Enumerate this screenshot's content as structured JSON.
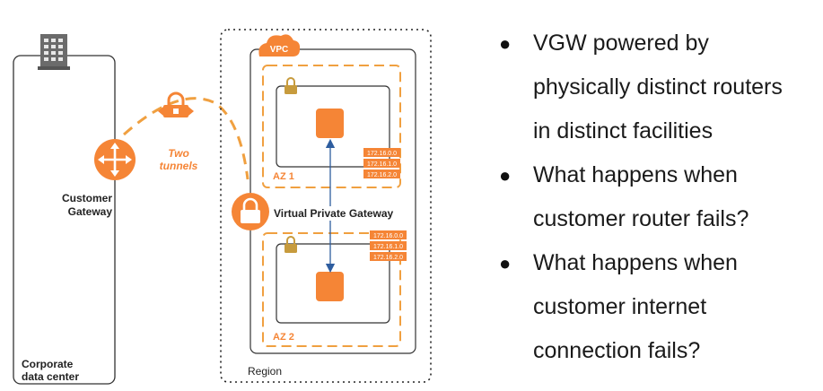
{
  "diagram": {
    "corporate_label_line1": "Corporate",
    "corporate_label_line2": "data center",
    "customer_gateway_line1": "Customer",
    "customer_gateway_line2": "Gateway",
    "tunnels_line1": "Two",
    "tunnels_line2": "tunnels",
    "vpc_label": "VPC",
    "az1_label": "AZ 1",
    "az2_label": "AZ 2",
    "vpg_label": "Virtual Private Gateway",
    "region_label": "Region",
    "az1_routes": [
      "172.16.0.0",
      "172.16.1.0",
      "172.16.2.0"
    ],
    "az2_routes": [
      "172.16.0.0",
      "172.16.1.0",
      "172.16.2.0"
    ],
    "colors": {
      "orange": "#F58536",
      "dashed_orange": "#F0A040",
      "gold_lock": "#C79B3D",
      "building": "#6B6B6B",
      "arrow_blue": "#2E5D9F"
    }
  },
  "bullets": [
    "VGW powered by physically distinct routers in distinct facilities",
    "What happens when customer router fails?",
    "What happens when customer internet connection fails?"
  ],
  "bullet_lines": [
    [
      "VGW powered by",
      "physically distinct routers",
      "in distinct facilities"
    ],
    [
      "What happens when",
      "customer router fails?"
    ],
    [
      "What happens when",
      "customer internet",
      "connection fails?"
    ]
  ]
}
